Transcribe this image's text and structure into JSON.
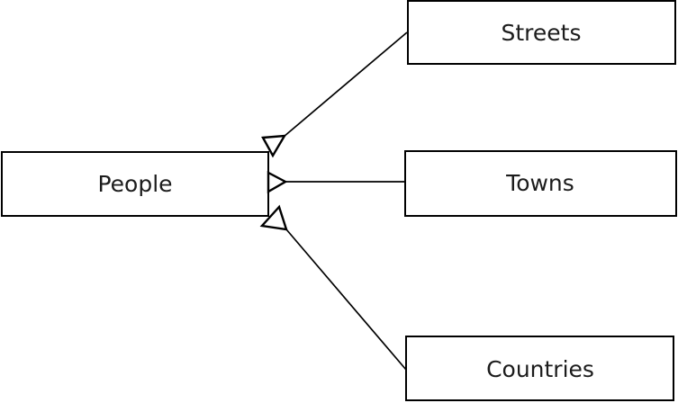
{
  "diagram": {
    "background_color": "#ffffff",
    "node_fill_color": "#ffffff",
    "stroke_color": "#000000",
    "text_color": "#1c1c1c",
    "nodes": {
      "people": {
        "label": "People"
      },
      "streets": {
        "label": "Streets"
      },
      "towns": {
        "label": "Towns"
      },
      "countries": {
        "label": "Countries"
      }
    },
    "edges": [
      {
        "from": "streets",
        "to": "people",
        "arrowhead": "hollow-triangle"
      },
      {
        "from": "towns",
        "to": "people",
        "arrowhead": "hollow-triangle"
      },
      {
        "from": "countries",
        "to": "people",
        "arrowhead": "hollow-triangle"
      }
    ]
  }
}
